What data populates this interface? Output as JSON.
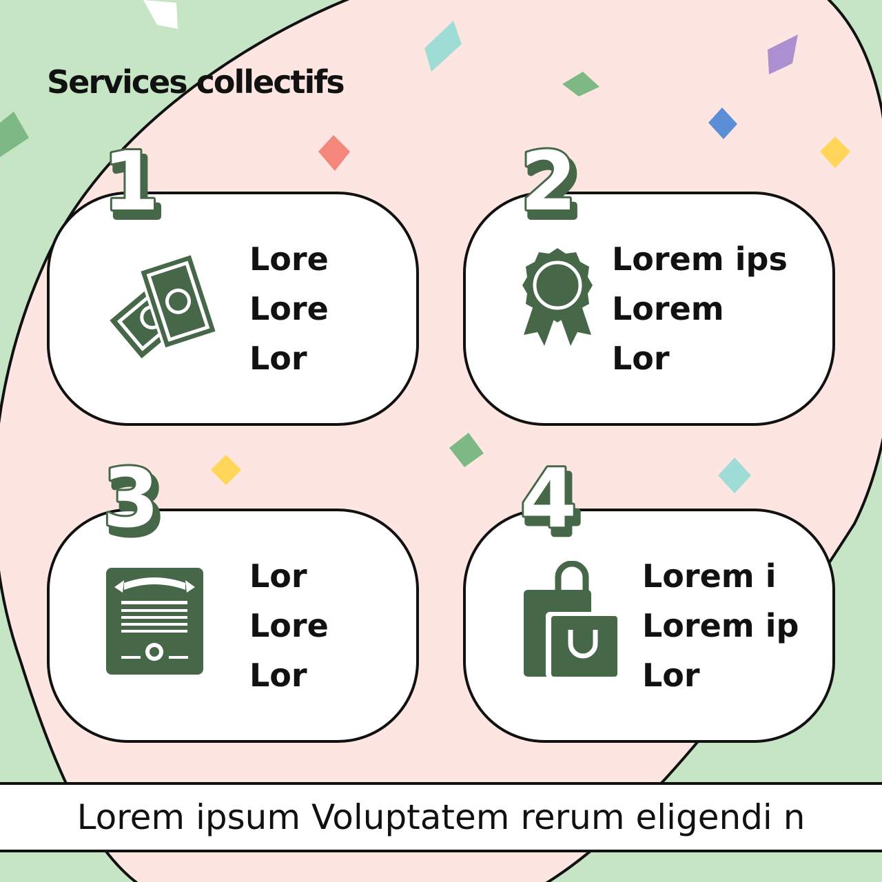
{
  "colors": {
    "background_green": "#c6e5c4",
    "blob_pink": "#fde6e1",
    "icon_green": "#466849",
    "text": "#111111",
    "card": "#ffffff"
  },
  "title": "Services collectifs",
  "cards": [
    {
      "number": "1",
      "icon": "money-bills-icon",
      "lines": [
        "Lore",
        "Lore",
        "Lor"
      ]
    },
    {
      "number": "2",
      "icon": "award-badge-icon",
      "lines": [
        "Lorem ips",
        "Lorem",
        "Lor"
      ]
    },
    {
      "number": "3",
      "icon": "certificate-icon",
      "lines": [
        "Lor",
        "Lore",
        "Lor"
      ]
    },
    {
      "number": "4",
      "icon": "shopping-bags-icon",
      "lines": [
        "Lorem i",
        "Lorem ip",
        "Lor"
      ]
    }
  ],
  "footer": "Lorem ipsum Voluptatem rerum eligendi n"
}
